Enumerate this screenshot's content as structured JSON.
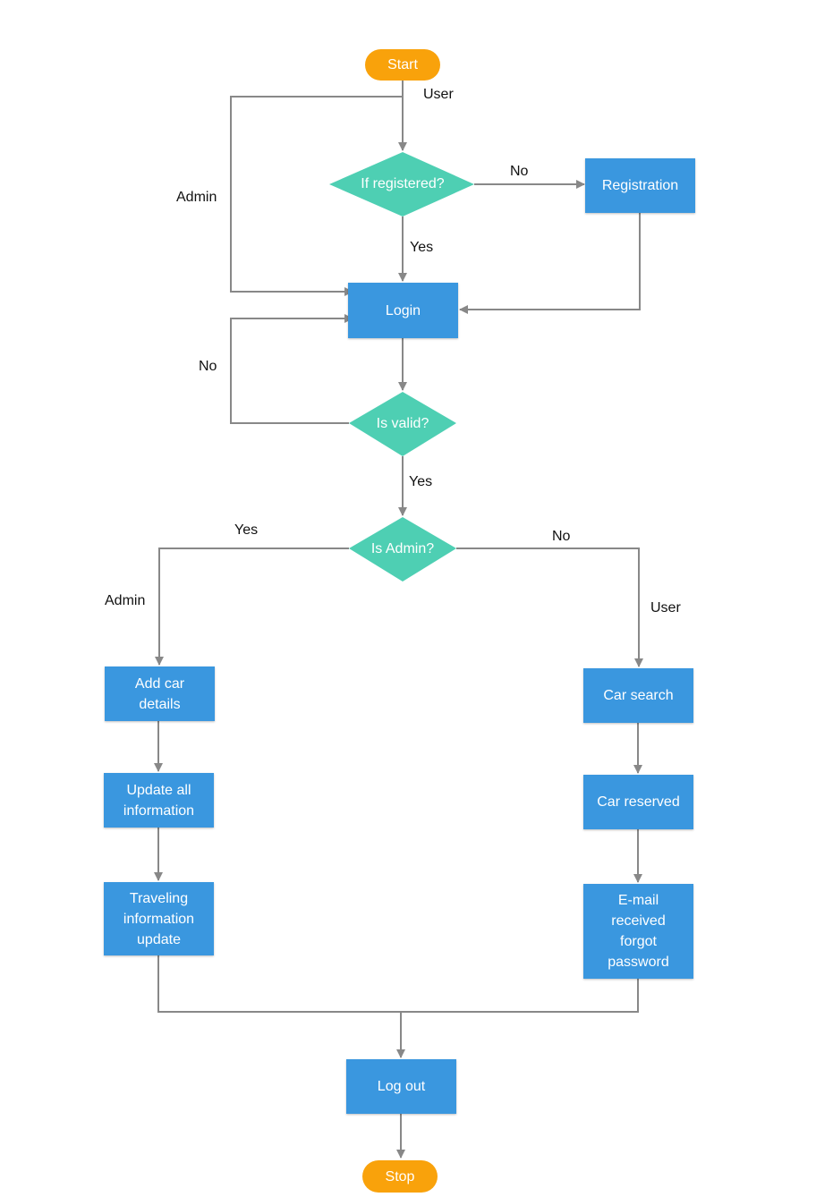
{
  "colors": {
    "terminal": "#f9a20b",
    "process": "#3a97df",
    "decision": "#4ecfb3",
    "connector": "#888888"
  },
  "nodes": {
    "start": "Start",
    "if_registered": "If registered?",
    "registration": "Registration",
    "login": "Login",
    "is_valid": "Is valid?",
    "is_admin": "Is Admin?",
    "add_car_details": "Add car\ndetails",
    "update_all_information": "Update all\ninformation",
    "traveling_information_update": "Traveling\ninformation\nupdate",
    "car_search": "Car search",
    "car_reserved": "Car reserved",
    "email_received": "E-mail\nreceived\nforgot\npassword",
    "log_out": "Log out",
    "stop": "Stop"
  },
  "edge_labels": {
    "user_top": "User",
    "admin_top": "Admin",
    "no_registration": "No",
    "yes_registered": "Yes",
    "no_invalid": "No",
    "yes_valid": "Yes",
    "yes_admin": "Yes",
    "admin_branch": "Admin",
    "no_admin": "No",
    "user_branch": "User"
  }
}
